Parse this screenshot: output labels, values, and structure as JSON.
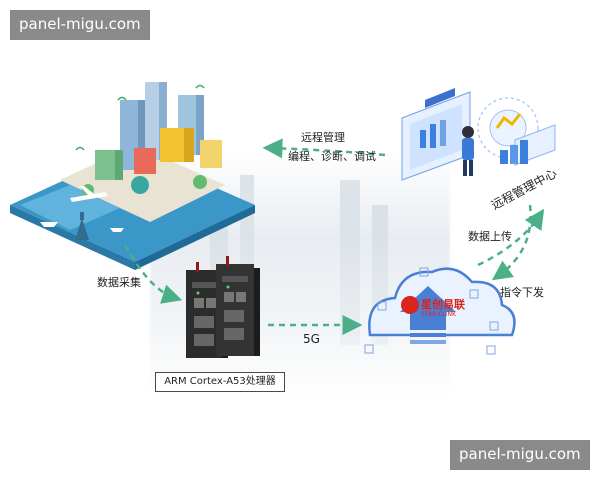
{
  "watermark_top": "panel-migu.com",
  "watermark_bottom": "panel-migu.com",
  "labels": {
    "remote_mgmt": "远程管理",
    "remote_mgmt_sub": "编程、诊断、调试",
    "control_center": "远程管理中心",
    "data_upload": "数据上传",
    "command": "指令下发",
    "data_collect": "数据采集",
    "network": "5G",
    "processor": "ARM Cortex-A53处理器",
    "cloud_brand": "星创易联",
    "cloud_brand_en": "STAR-CLINK"
  },
  "colors": {
    "arrow_green": "#4caf87",
    "cloud_blue": "#4a7fd6",
    "brand_red": "#d9251d"
  }
}
